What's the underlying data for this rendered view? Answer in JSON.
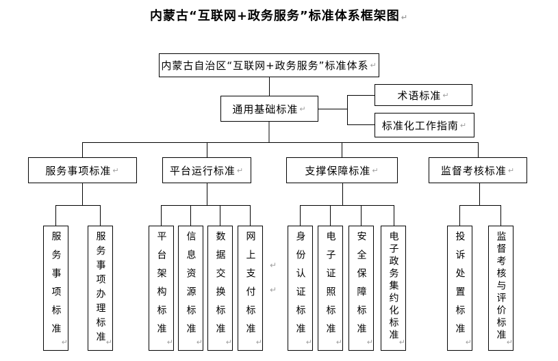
{
  "title": "内蒙古“互联网+政务服务”标准体系框架图",
  "root": {
    "label": "内蒙古自治区“互联网+政务服务”标准体系"
  },
  "general": {
    "label": "通用基础标准"
  },
  "side": [
    {
      "label": "术语标准"
    },
    {
      "label": "标准化工作指南"
    }
  ],
  "branches": [
    {
      "label": "服务事项标准",
      "children": [
        "服务事项标准",
        "服务事项办理标准"
      ]
    },
    {
      "label": "平台运行标准",
      "children": [
        "平台架构标准",
        "信息资源标准",
        "数据交换标准",
        "网上支付标准"
      ]
    },
    {
      "label": "支撑保障标准",
      "children": [
        "身份认证标准",
        "电子证照标准",
        "安全保障标准",
        "电子政务集约化标准"
      ]
    },
    {
      "label": "监督考核标准",
      "children": [
        "投诉处置标准",
        "监督考核与评价标准"
      ]
    }
  ],
  "marks": {
    "return_glyph": "↵"
  },
  "colors": {
    "background": "#ffffff",
    "line": "#000000",
    "gray_connector": "#808080",
    "text": "#000000",
    "return_mark": "#9e9e9e"
  }
}
